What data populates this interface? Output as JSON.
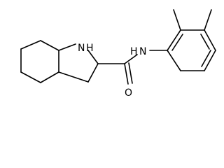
{
  "molecule": {
    "atom_labels": {
      "ring_nitrogen": "N",
      "ring_nitrogen_h": "H",
      "amide_nitrogen": "N",
      "amide_nitrogen_h": "H",
      "carbonyl_oxygen": "O"
    },
    "bond_color": "#000000"
  }
}
